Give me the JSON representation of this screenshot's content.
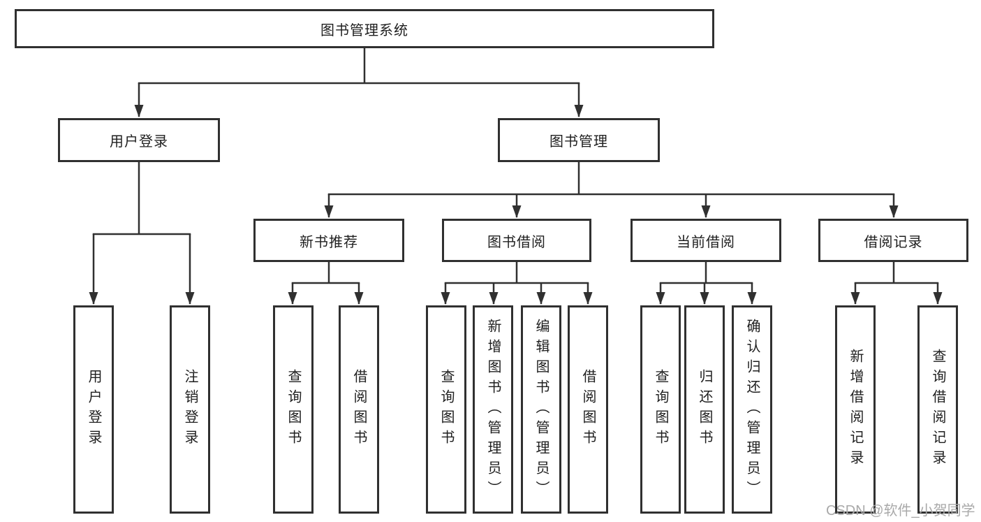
{
  "diagram": {
    "title": "图书管理系统",
    "colors": {
      "line": "#303030",
      "text": "#1f1f1f",
      "background": "#ffffff",
      "watermark": "#a9a9a9"
    },
    "level2": [
      {
        "label": "用户登录"
      },
      {
        "label": "图书管理"
      }
    ],
    "level3": [
      {
        "label": "新书推荐"
      },
      {
        "label": "图书借阅"
      },
      {
        "label": "当前借阅"
      },
      {
        "label": "借阅记录"
      }
    ],
    "leaves": [
      {
        "label": "用户登录",
        "parent": "用户登录"
      },
      {
        "label": "注销登录",
        "parent": "用户登录"
      },
      {
        "label": "查询图书",
        "parent": "新书推荐"
      },
      {
        "label": "借阅图书",
        "parent": "新书推荐"
      },
      {
        "label": "查询图书",
        "parent": "图书借阅"
      },
      {
        "label": "新增图书（管理员）",
        "parent": "图书借阅"
      },
      {
        "label": "编辑图书（管理员）",
        "parent": "图书借阅"
      },
      {
        "label": "借阅图书",
        "parent": "图书借阅"
      },
      {
        "label": "查询图书",
        "parent": "当前借阅"
      },
      {
        "label": "归还图书",
        "parent": "当前借阅"
      },
      {
        "label": "确认归还（管理员）",
        "parent": "当前借阅"
      },
      {
        "label": "新增借阅记录",
        "parent": "借阅记录"
      },
      {
        "label": "查询借阅记录",
        "parent": "借阅记录"
      }
    ],
    "watermark": "CSDN @软件_小贺同学"
  }
}
